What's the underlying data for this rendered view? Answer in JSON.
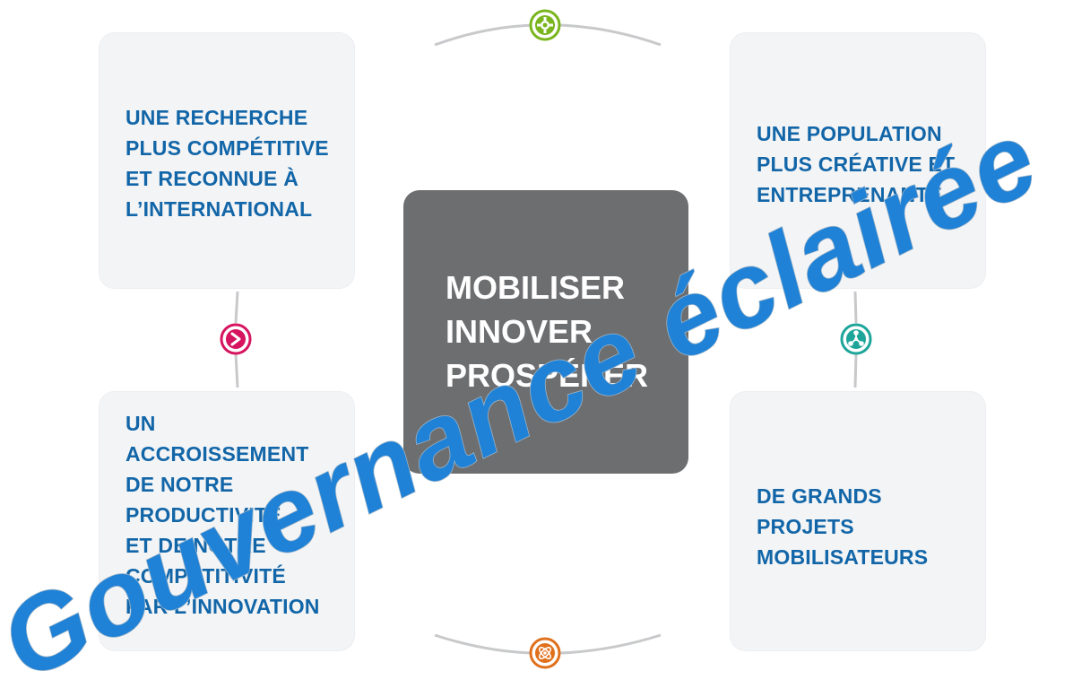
{
  "cards": {
    "top_left": "UNE RECHERCHE\nPLUS COMPÉTITIVE\nET RECONNUE À\nL’INTERNATIONAL",
    "top_right": "UNE POPULATION\nPLUS CRÉATIVE ET\nENTREPRENANTE",
    "bottom_left": "UN\nACCROISSEMENT\nDE NOTRE\nPRODUCTIVITÉ\nET DE NOTRE\nCOMPÉTITIVITÉ\nPAR L’INNOVATION",
    "bottom_right": "DE GRANDS\nPROJETS\nMOBILISATEURS"
  },
  "center": {
    "line1": "MOBILISER",
    "line2": "INNOVER",
    "line3": "PROSPÉRER"
  },
  "icons": {
    "top": {
      "name": "gear-icon",
      "color": "#7ab51d"
    },
    "left": {
      "name": "arrow-right-icon",
      "color": "#d6145f"
    },
    "right": {
      "name": "network-icon",
      "color": "#1ea59a"
    },
    "bottom": {
      "name": "atom-icon",
      "color": "#e0701b"
    }
  },
  "colors": {
    "card_text": "#1266a8",
    "center_bg": "#6d6e70",
    "watermark": "#1f82d6"
  },
  "watermark": {
    "text": "Gouvernance éclairée"
  }
}
